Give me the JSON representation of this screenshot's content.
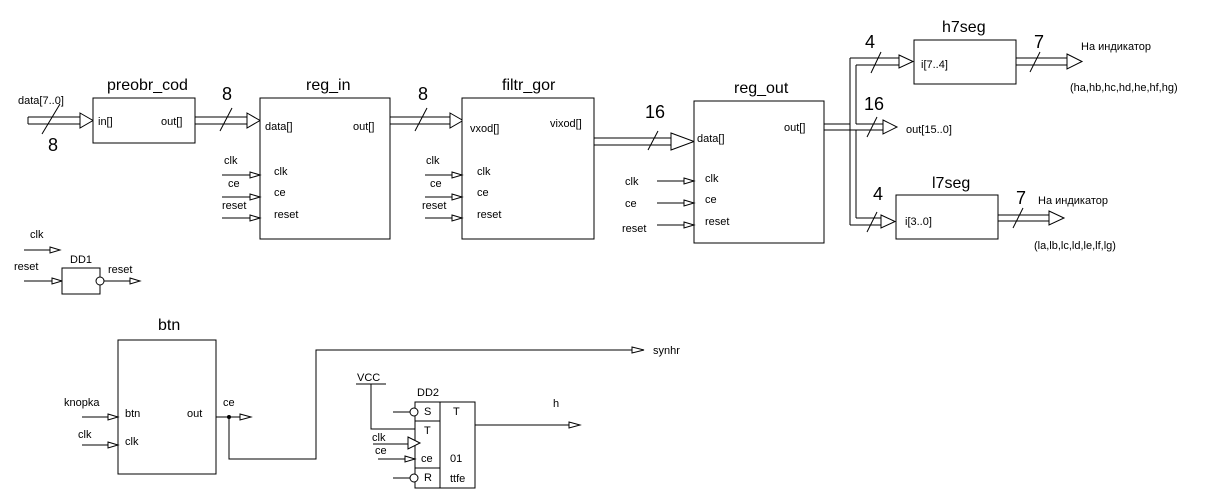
{
  "blocks": {
    "preobr_cod": {
      "title": "preobr_cod",
      "in": "in[]",
      "out": "out[]"
    },
    "reg_in": {
      "title": "reg_in",
      "data": "data[]",
      "out": "out[]",
      "clk": "clk",
      "ce": "ce",
      "reset": "reset"
    },
    "filtr_gor": {
      "title": "filtr_gor",
      "in": "vxod[]",
      "out": "vixod[]",
      "clk": "clk",
      "ce": "ce",
      "reset": "reset"
    },
    "reg_out": {
      "title": "reg_out",
      "data": "data[]",
      "out": "out[]",
      "clk": "clk",
      "ce": "ce",
      "reset": "reset"
    },
    "h7seg": {
      "title": "h7seg",
      "in": "i[7..4]"
    },
    "l7seg": {
      "title": "l7seg",
      "in": "i[3..0]"
    },
    "btn": {
      "title": "btn",
      "in_btn": "btn",
      "in_clk": "clk",
      "out": "out"
    },
    "dd1": {
      "title": "DD1"
    },
    "dd2": {
      "title": "DD2",
      "s": "S",
      "t": "T",
      "ce": "ce",
      "r": "R",
      "func": "T",
      "mode": "01",
      "type": "ttfe"
    }
  },
  "signals": {
    "data_in": "data[7..0]",
    "clk": "clk",
    "ce": "ce",
    "reset": "reset",
    "knopka": "knopka",
    "synhr": "synhr",
    "vcc": "VCC",
    "h": "h",
    "out16": "out[15..0]",
    "indicator_h": "На индикатор",
    "indicator_l": "На индикатор",
    "h_segments": "(ha,hb,hc,hd,he,hf,hg)",
    "l_segments": "(la,lb,lc,ld,le,lf,lg)"
  },
  "bus_widths": {
    "data_in": "8",
    "preobr_to_regin": "8",
    "regin_to_filtr": "8",
    "filtr_to_regout": "16",
    "to_h7seg": "4",
    "out16": "16",
    "to_l7seg": "4",
    "h7seg_out": "7",
    "l7seg_out": "7"
  }
}
